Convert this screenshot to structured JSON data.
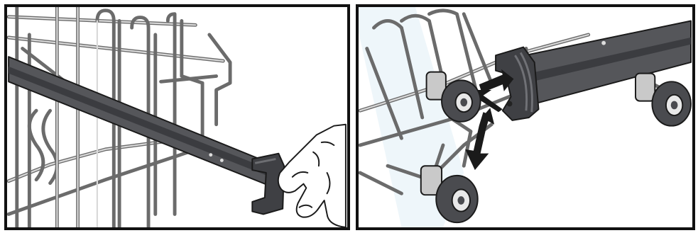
{
  "figure": {
    "panels": [
      {
        "id": "left",
        "depicts": "hand-pressing-rail-end-clip"
      },
      {
        "id": "right",
        "depicts": "rail-end-clip-release-arrows"
      }
    ],
    "icons": [
      "dish-rack-wire",
      "telescopic-rail",
      "rail-end-clip",
      "hand",
      "rack-wheel",
      "double-arrow"
    ],
    "colors": {
      "frame": "#111111",
      "rail": "#55565a",
      "rail_dark": "#3b3c40",
      "wire": "#6b6b6b",
      "arrow": "#1a1a1a",
      "wheel": "#4a4b4f",
      "watermark": "#e6f2f7"
    }
  }
}
